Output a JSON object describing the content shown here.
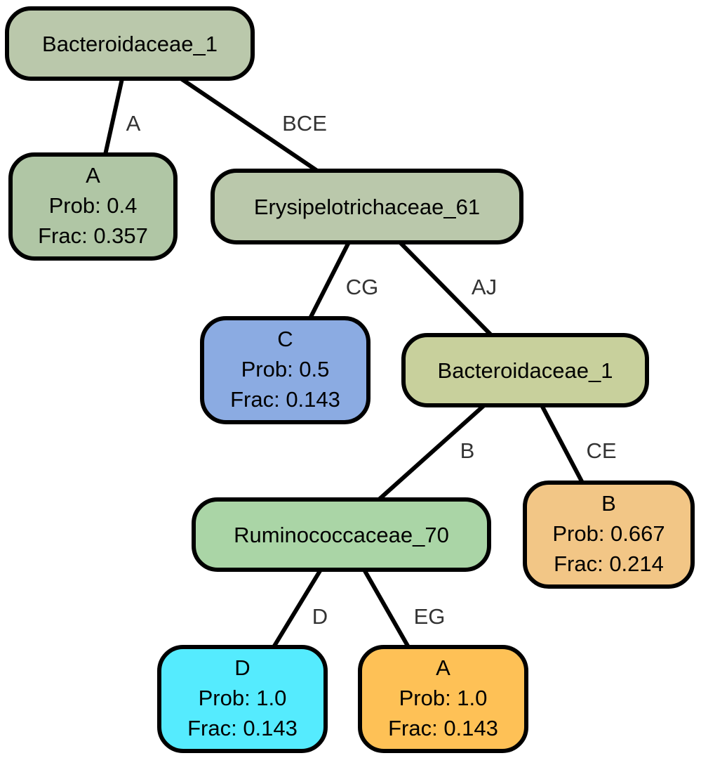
{
  "nodes": [
    {
      "id": "n0",
      "title": "Bacteroidaceae_1",
      "color": "#BAC8AB"
    },
    {
      "id": "n1",
      "title": "A",
      "prob": "Prob: 0.4",
      "frac": "Frac: 0.357",
      "color": "#B0C6A5"
    },
    {
      "id": "n2",
      "title": "Erysipelotrichaceae_61",
      "color": "#BAC8AB"
    },
    {
      "id": "n3",
      "title": "C",
      "prob": "Prob: 0.5",
      "frac": "Frac: 0.143",
      "color": "#8BABE2"
    },
    {
      "id": "n4",
      "title": "Bacteroidaceae_1",
      "color": "#C8D09C"
    },
    {
      "id": "n5",
      "title": "Ruminococcaceae_70",
      "color": "#AAD5A6"
    },
    {
      "id": "n6",
      "title": "B",
      "prob": "Prob: 0.667",
      "frac": "Frac: 0.214",
      "color": "#F2C686"
    },
    {
      "id": "n7",
      "title": "D",
      "prob": "Prob: 1.0",
      "frac": "Frac: 0.143",
      "color": "#55EBFE"
    },
    {
      "id": "n8",
      "title": "A",
      "prob": "Prob: 1.0",
      "frac": "Frac: 0.143",
      "color": "#FEC156"
    }
  ],
  "edges": [
    {
      "from": "n0",
      "to": "n1",
      "label": "A"
    },
    {
      "from": "n0",
      "to": "n2",
      "label": "BCE"
    },
    {
      "from": "n2",
      "to": "n3",
      "label": "CG"
    },
    {
      "from": "n2",
      "to": "n4",
      "label": "AJ"
    },
    {
      "from": "n4",
      "to": "n5",
      "label": "B"
    },
    {
      "from": "n4",
      "to": "n6",
      "label": "CE"
    },
    {
      "from": "n5",
      "to": "n7",
      "label": "D"
    },
    {
      "from": "n5",
      "to": "n8",
      "label": "EG"
    }
  ],
  "style": {
    "border_color": "#000000",
    "edge_color": "#000000",
    "edge_label_color": "#333333"
  }
}
